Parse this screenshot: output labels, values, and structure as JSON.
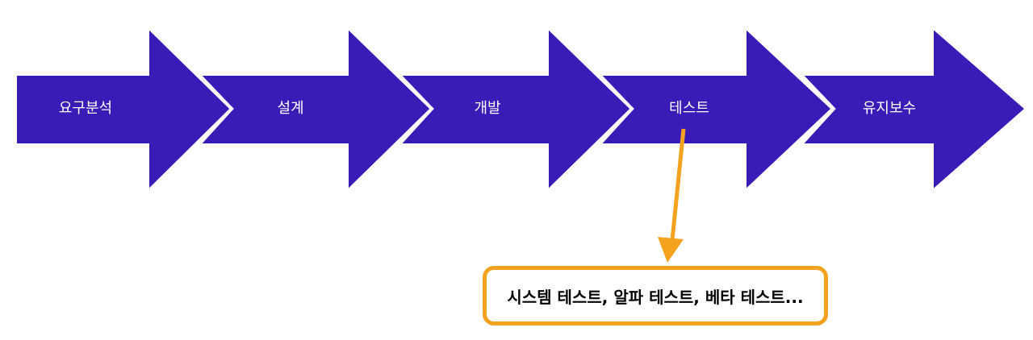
{
  "colors": {
    "arrow_fill": "#3a1bb8",
    "arrow_outline": "#ffffff",
    "label_text": "#ffffff",
    "callout_accent": "#f5a31f"
  },
  "stages": [
    {
      "label": "요구분석"
    },
    {
      "label": "설계"
    },
    {
      "label": "개발"
    },
    {
      "label": "테스트"
    },
    {
      "label": "유지보수"
    }
  ],
  "callout": {
    "target_stage": "테스트",
    "text": "시스템 테스트, 알파 테스트, 베타 테스트..."
  }
}
